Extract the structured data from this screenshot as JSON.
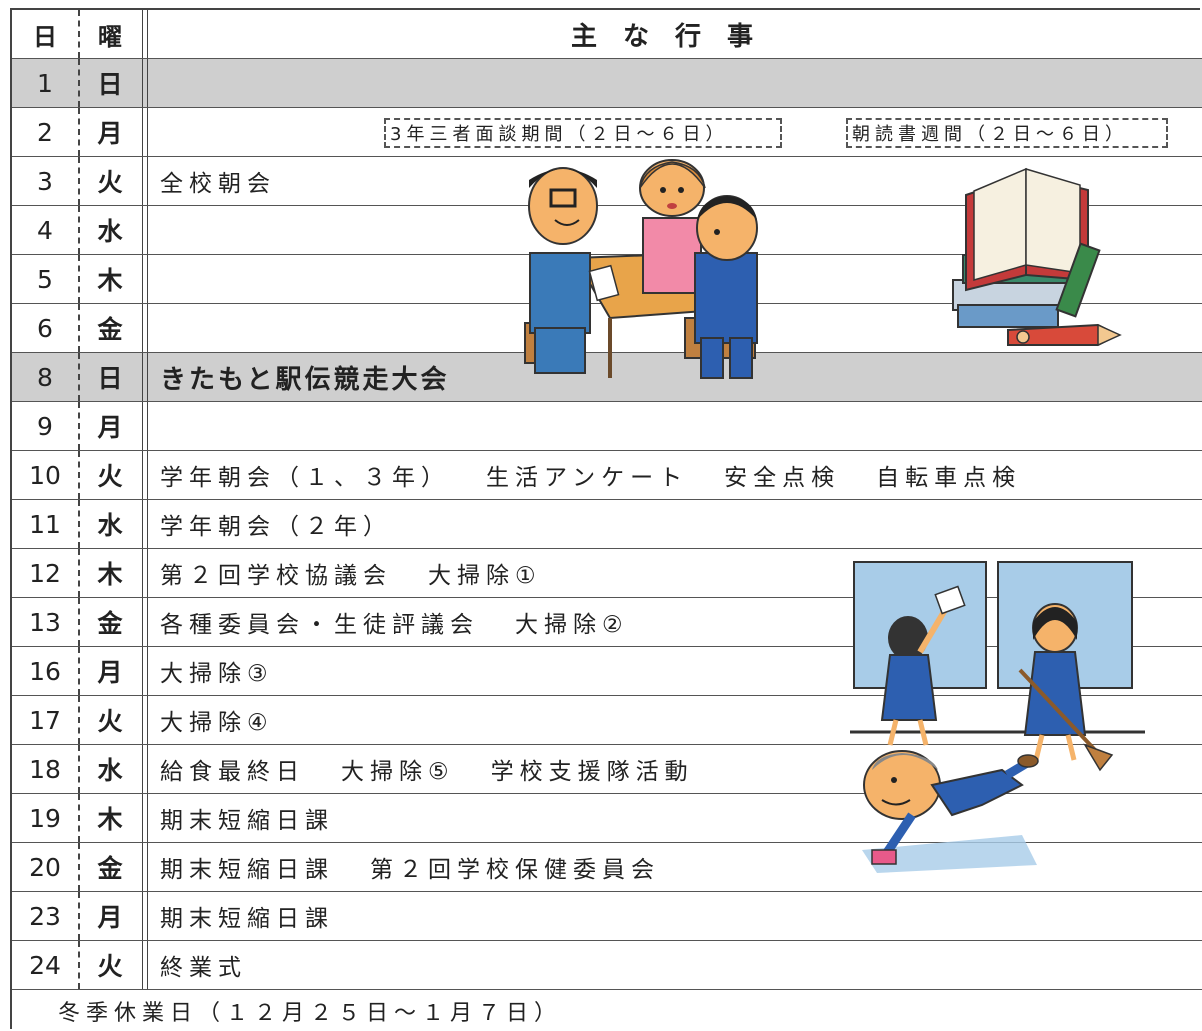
{
  "header": {
    "day": "日",
    "dow": "曜",
    "events": "主な行事"
  },
  "rows": [
    {
      "day": "1",
      "dow": "日",
      "events": [],
      "gray": true
    },
    {
      "day": "2",
      "dow": "月",
      "events": []
    },
    {
      "day": "3",
      "dow": "火",
      "events": [
        "全校朝会"
      ]
    },
    {
      "day": "4",
      "dow": "水",
      "events": []
    },
    {
      "day": "5",
      "dow": "木",
      "events": []
    },
    {
      "day": "6",
      "dow": "金",
      "events": []
    },
    {
      "day": "8",
      "dow": "日",
      "events": [
        "きたもと駅伝競走大会"
      ],
      "gray": true,
      "big": true
    },
    {
      "day": "9",
      "dow": "月",
      "events": []
    },
    {
      "day": "10",
      "dow": "火",
      "events": [
        "学年朝会（１、３年）",
        "生活アンケート",
        "安全点検",
        "自転車点検"
      ]
    },
    {
      "day": "11",
      "dow": "水",
      "events": [
        "学年朝会（２年）"
      ]
    },
    {
      "day": "12",
      "dow": "木",
      "events": [
        "第２回学校協議会",
        "大掃除①"
      ]
    },
    {
      "day": "13",
      "dow": "金",
      "events": [
        "各種委員会・生徒評議会",
        "大掃除②"
      ]
    },
    {
      "day": "16",
      "dow": "月",
      "events": [
        "大掃除③"
      ]
    },
    {
      "day": "17",
      "dow": "火",
      "events": [
        "大掃除④"
      ]
    },
    {
      "day": "18",
      "dow": "水",
      "events": [
        "給食最終日",
        "大掃除⑤",
        "学校支援隊活動"
      ]
    },
    {
      "day": "19",
      "dow": "木",
      "events": [
        "期末短縮日課"
      ]
    },
    {
      "day": "20",
      "dow": "金",
      "events": [
        "期末短縮日課",
        "第２回学校保健委員会"
      ]
    },
    {
      "day": "23",
      "dow": "月",
      "events": [
        "期末短縮日課"
      ]
    },
    {
      "day": "24",
      "dow": "火",
      "events": [
        "終業式"
      ]
    }
  ],
  "notes": {
    "interview": "3年三者面談期間（２日～６日）",
    "reading": "朝読書週間（２日～６日）"
  },
  "footer": "冬季休業日（１２月２５日～１月７日）"
}
